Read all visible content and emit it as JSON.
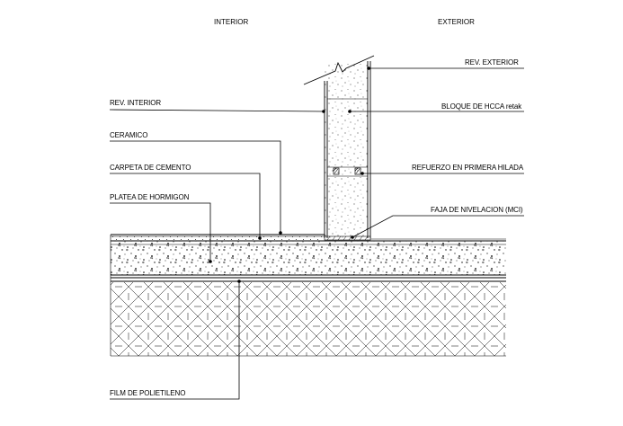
{
  "headers": {
    "interior": "INTERIOR",
    "exterior": "EXTERIOR"
  },
  "labels": {
    "rev_exterior": "REV. EXTERIOR",
    "rev_interior": "REV. INTERIOR",
    "bloque": "BLOQUE DE HCCA retak",
    "ceramico": "CERAMICO",
    "carpeta": "CARPETA DE CEMENTO",
    "refuerzo": "REFUERZO EN PRIMERA HILADA",
    "platea": "PLATEA DE HORMIGON",
    "faja": "FAJA DE NIVELACION (MCI)",
    "film": "FILM DE POLIETILENO"
  }
}
